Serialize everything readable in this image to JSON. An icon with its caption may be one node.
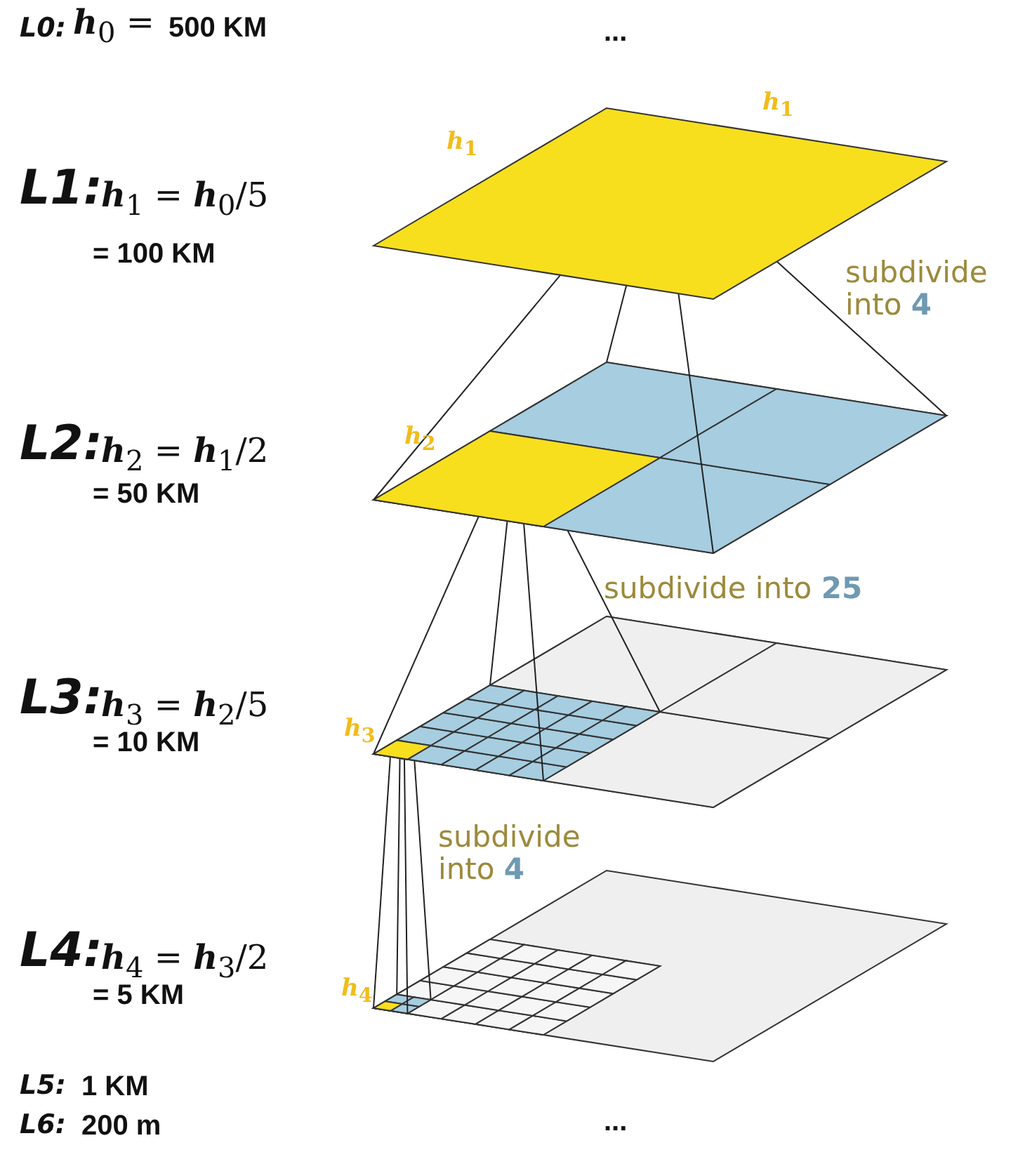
{
  "diagram": {
    "labels": [
      "L0:",
      "*h*$_{0}$ =",
      "500 KM",
      "...",
      "*h*$_{1}$",
      "*h*$_{1}$",
      "L1:",
      "*h*$_{1}$ = *h*$_{0}$/5",
      "= 100 KM",
      "subdivide into **4**",
      "*h*$_{2}$",
      "L2:",
      "*h*$_{2}$ = *h*$_{1}$/2",
      "= 50 KM",
      "subdivide into **25**",
      "*h*$_{3}$",
      "L3:",
      "*h*$_{3}$ = *h*$_{2}$/5",
      "= 10 KM",
      "subdivide into **4**",
      "*h*$_{4}$",
      "L4:",
      "*h*$_{4}$ = *h*$_{3}$/2",
      "= 5 KM",
      "L5:",
      "1 KM",
      "L6:",
      "200 m",
      "..."
    ]
  }
}
